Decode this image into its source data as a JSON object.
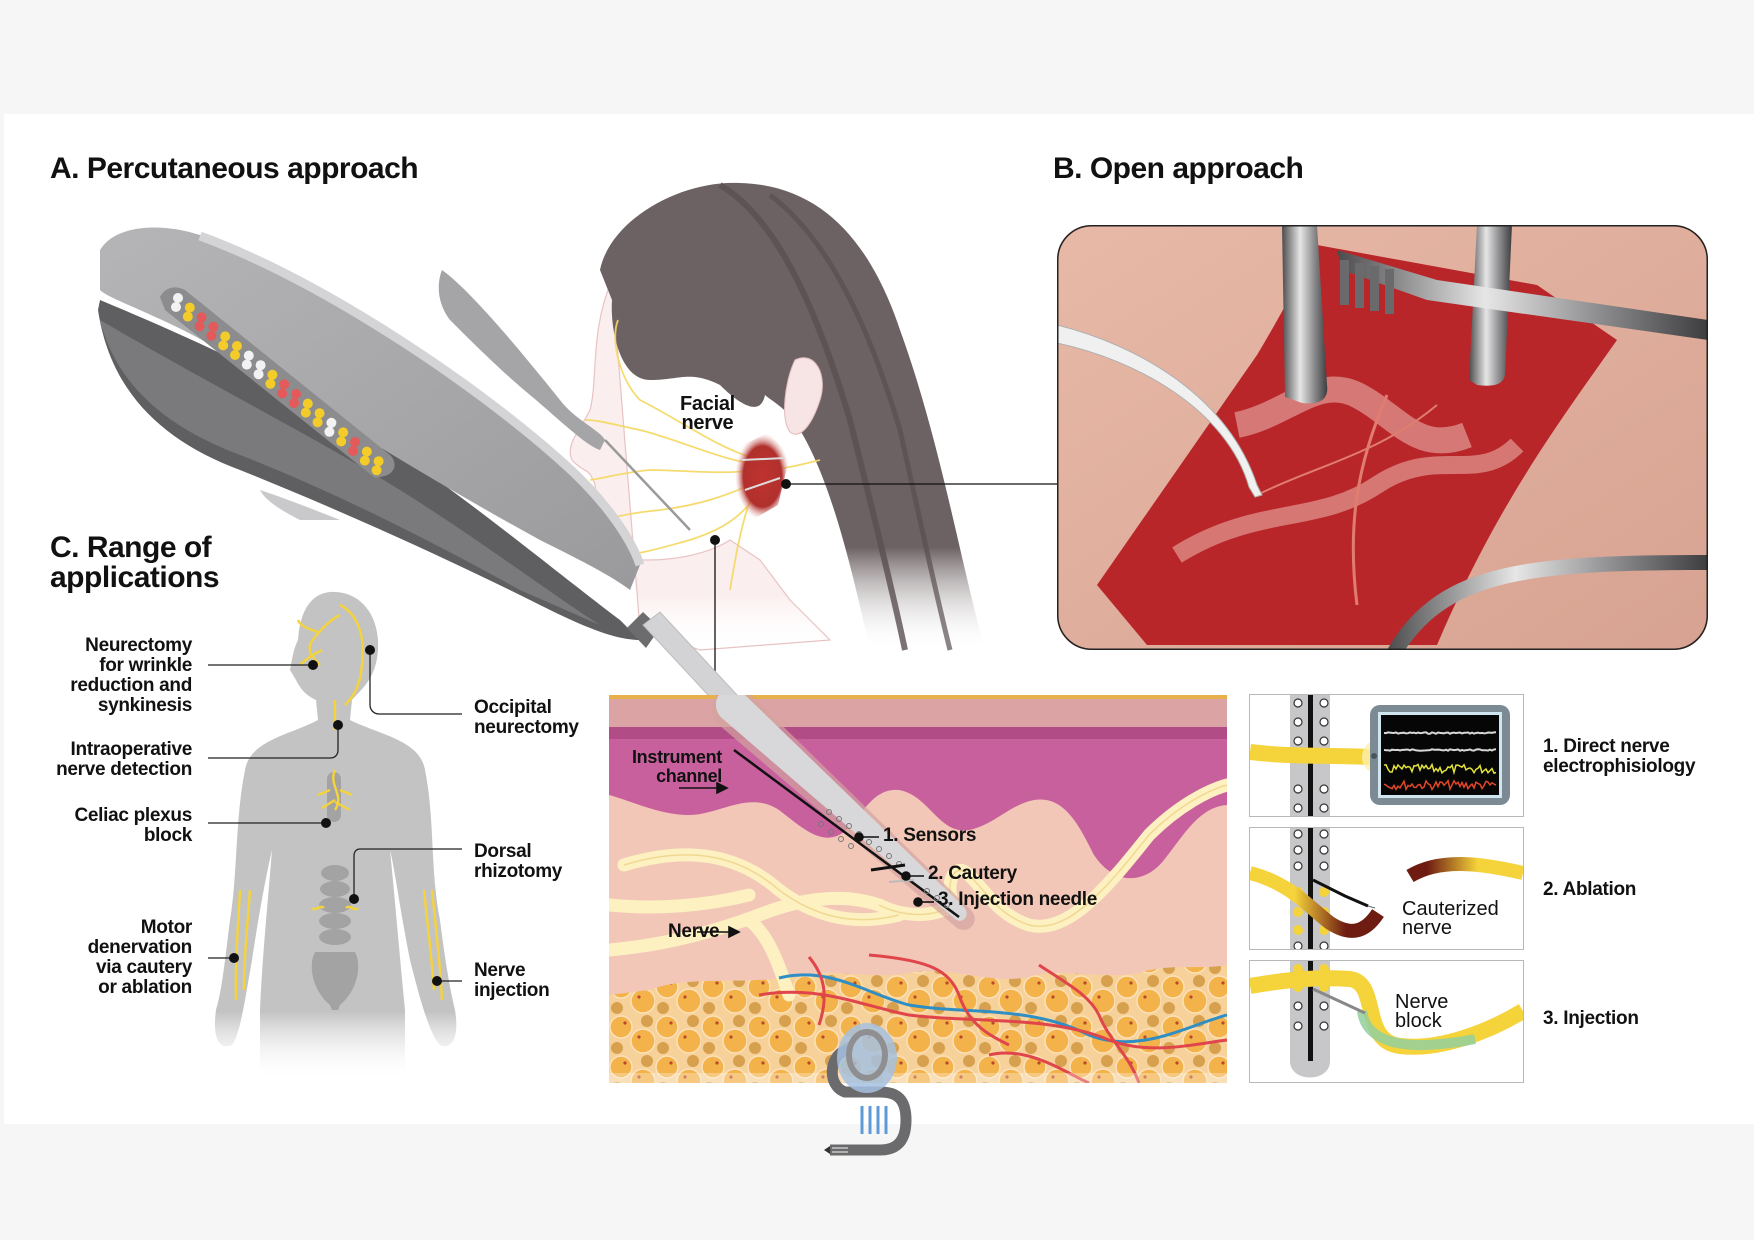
{
  "figure": {
    "section_a": {
      "title": "A. Percutaneous approach"
    },
    "section_b": {
      "title": "B. Open approach"
    },
    "section_c": {
      "title_line1": "C. Range of",
      "title_line2": "applications",
      "left_labels": [
        {
          "lines": [
            "Neurectomy",
            "for wrinkle",
            "reduction and",
            "synkinesis"
          ]
        },
        {
          "lines": [
            "Intraoperative",
            "nerve detection"
          ]
        },
        {
          "lines": [
            "Celiac plexus",
            "block"
          ]
        },
        {
          "lines": [
            "Motor",
            "denervation",
            "via cautery",
            "or ablation"
          ]
        }
      ],
      "right_labels": [
        {
          "lines": [
            "Occipital",
            "neurectomy"
          ]
        },
        {
          "lines": [
            "Dorsal",
            "rhizotomy"
          ]
        },
        {
          "lines": [
            "Nerve",
            "injection"
          ]
        }
      ]
    },
    "head": {
      "label_line1": "Facial",
      "label_line2": "nerve"
    },
    "cross_section": {
      "instrument_channel": [
        "Instrument",
        "channel"
      ],
      "sensors": "1. Sensors",
      "cautery": "2. Cautery",
      "injection_needle": "3. Injection needle",
      "nerve": "Nerve"
    },
    "modes": [
      {
        "label_line1": "1. Direct nerve",
        "label_line2": "electrophisiology"
      },
      {
        "label": "2. Ablation",
        "inset_line1": "Cauterized",
        "inset_line2": "nerve"
      },
      {
        "label": "3. Injection",
        "inset_line1": "Nerve",
        "inset_line2": "block"
      }
    ],
    "device_leds": [
      "white",
      "white",
      "yellow",
      "yellow",
      "red",
      "red",
      "red",
      "red",
      "yellow",
      "yellow",
      "yellow",
      "yellow",
      "white",
      "white",
      "white",
      "white",
      "yellow",
      "yellow",
      "red",
      "red",
      "red",
      "red",
      "yellow",
      "yellow",
      "yellow",
      "yellow",
      "white",
      "white",
      "yellow",
      "yellow",
      "red",
      "red",
      "yellow",
      "yellow",
      "yellow",
      "yellow"
    ],
    "colors": {
      "nerve_yellow": "#f5d33a",
      "led_red": "#e45a5a",
      "led_yellow": "#f3cc2a",
      "led_white": "#f2f2f2",
      "device_grey": "#a7a7a9",
      "hair": "#6d6263",
      "epidermis_pink": "#c9609e",
      "dermis": "#f2c7b8",
      "fat": "#f4b24a",
      "artery": "#e0454b",
      "vein": "#2f8ec4"
    }
  }
}
